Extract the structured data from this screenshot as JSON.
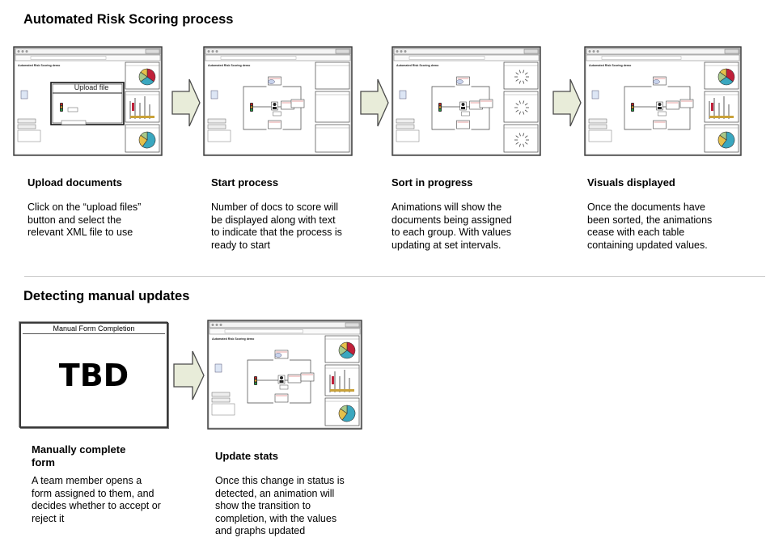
{
  "sections": {
    "automated_title": "Automated Risk Scoring process",
    "manual_title": "Detecting manual updates"
  },
  "mockup": {
    "app_title": "Automated Risk Scoring demo",
    "upload_button": "Upload file"
  },
  "steps": [
    {
      "title": "Upload documents",
      "desc": [
        "Click on the “upload files”",
        "button and select the",
        "relevant XML file to use"
      ]
    },
    {
      "title": "Start process",
      "desc": [
        "Number of docs to score will",
        "be displayed along with text",
        "to indicate that the process is",
        "ready to start"
      ]
    },
    {
      "title": "Sort in progress",
      "desc": [
        "Animations will show the",
        "documents being assigned",
        "to each group. With values",
        "updating at set intervals."
      ]
    },
    {
      "title": "Visuals displayed",
      "desc": [
        "Once the documents have",
        "been sorted, the animations",
        "cease with each table",
        "containing updated values."
      ]
    }
  ],
  "manual": {
    "form_title": "Manual Form Completion",
    "placeholder": "TBD",
    "steps": [
      {
        "title": [
          "Manually complete",
          "form"
        ],
        "desc": [
          "A team member opens a",
          "form assigned to them, and",
          "decides whether to accept or",
          "reject it"
        ]
      },
      {
        "title": [
          "Update stats"
        ],
        "desc": [
          "Once this change in status is",
          "detected, an animation will",
          "show the transition to",
          "completion, with the values",
          "and graphs updated"
        ]
      }
    ]
  },
  "colors": {
    "arrow_fill": "#e8ecd9",
    "arrow_stroke": "#4a4a4a",
    "pie_red": "#c0203a",
    "pie_teal": "#3aa7bf",
    "pie_yellow": "#e5c04a",
    "pie_green": "#a8c98a",
    "traffic_red": "#d02020",
    "traffic_amber": "#e0a020",
    "traffic_green": "#20a040"
  }
}
